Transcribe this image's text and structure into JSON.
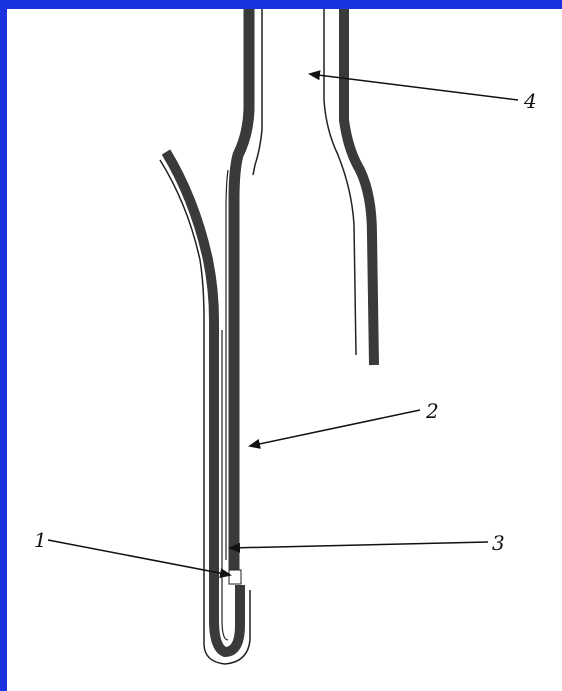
{
  "diagram": {
    "labels": {
      "l1": "1",
      "l2": "2",
      "l3": "3",
      "l4": "4"
    },
    "colors": {
      "frame": "#1a33e0",
      "background": "#ffffff",
      "stroke": "#3a3a3a",
      "outline": "#222222"
    }
  }
}
